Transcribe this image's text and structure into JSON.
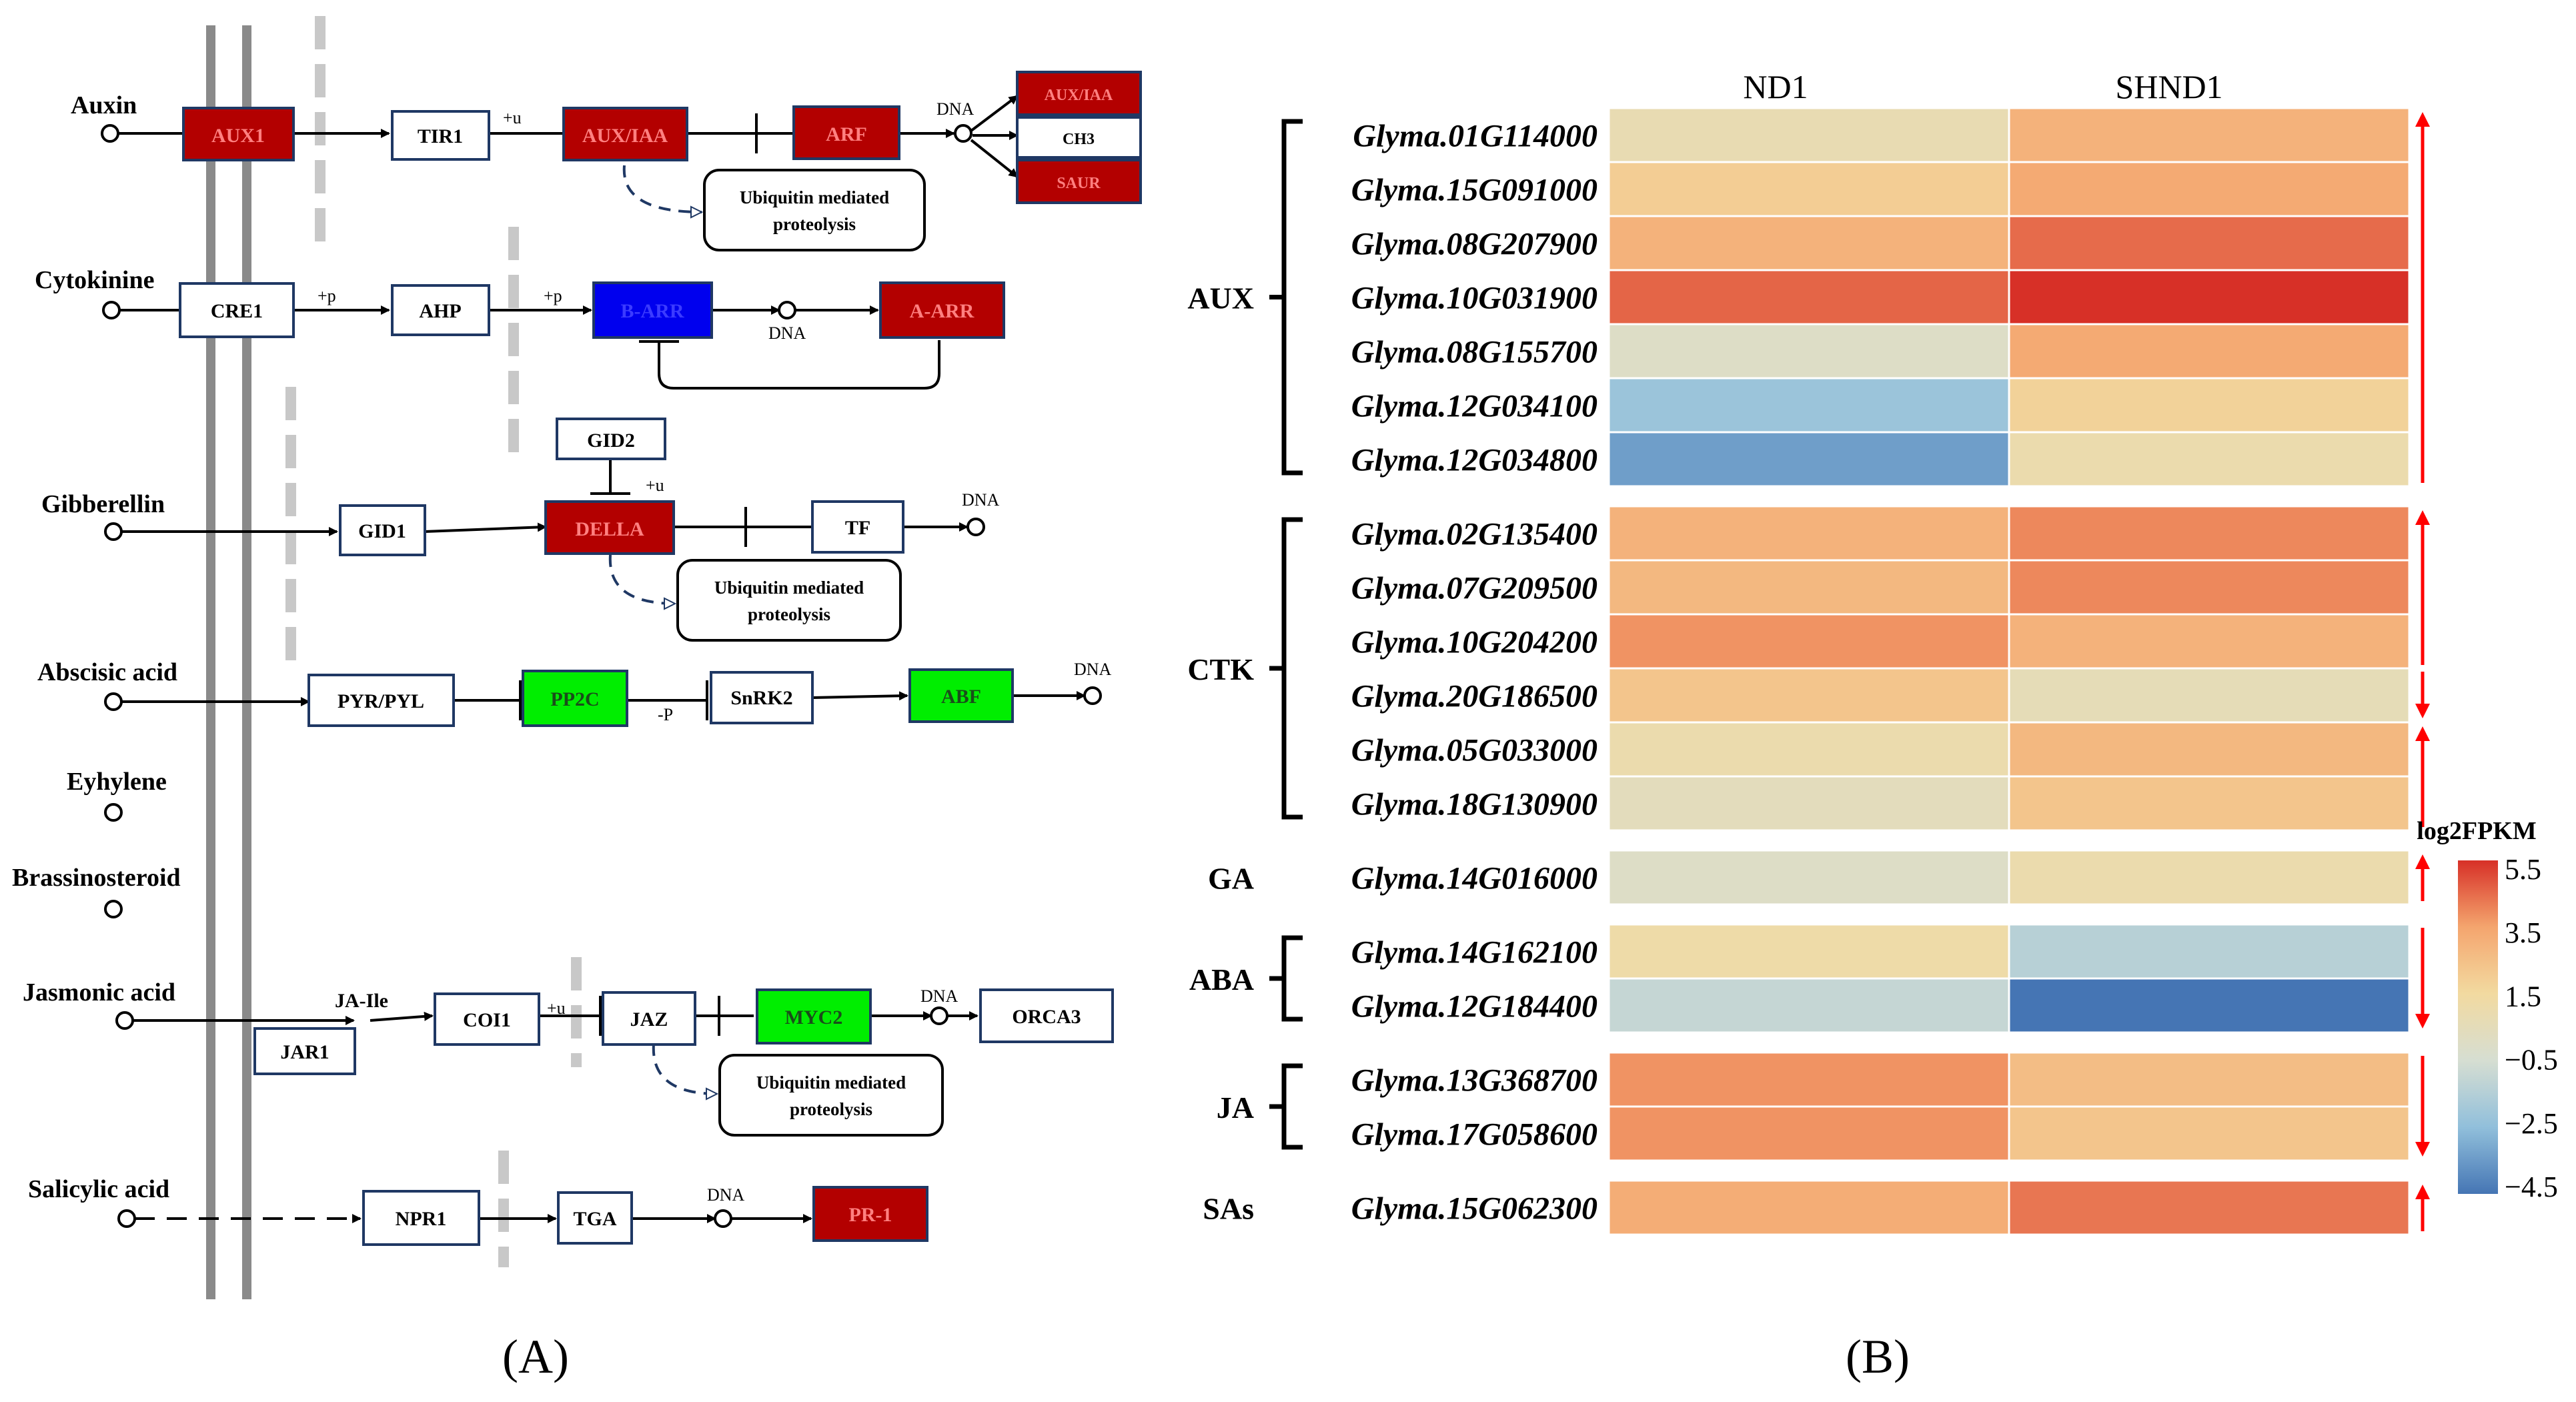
{
  "panel_labels": {
    "a": "(A)",
    "b": "(B)"
  },
  "pathway": {
    "hormones": {
      "auxin": "Auxin",
      "cytokinine": "Cytokinine",
      "gibberellin": "Gibberellin",
      "abscisic": "Abscisic acid",
      "ethylene": "Eyhylene",
      "brassinosteroid": "Brassinosteroid",
      "jasmonic": "Jasmonic acid",
      "salicylic": "Salicylic acid"
    },
    "nodes": {
      "aux1": "AUX1",
      "tir1": "TIR1",
      "auxiaa": "AUX/IAA",
      "arf": "ARF",
      "out_auxiaa": "AUX/IAA",
      "out_ch3": "CH3",
      "out_saur": "SAUR",
      "cre1": "CRE1",
      "ahp": "AHP",
      "barr": "B-ARR",
      "aarr": "A-ARR",
      "gid2": "GID2",
      "gid1": "GID1",
      "della": "DELLA",
      "tf": "TF",
      "pyr": "PYR/PYL",
      "pp2c": "PP2C",
      "snrk2": "SnRK2",
      "abf": "ABF",
      "jar1": "JAR1",
      "coi1": "COI1",
      "jaz": "JAZ",
      "myc2": "MYC2",
      "orca3": "ORCA3",
      "npr1": "NPR1",
      "tga": "TGA",
      "pr1": "PR-1"
    },
    "callouts": {
      "ubiq_line1": "Ubiquitin mediated",
      "ubiq_line2": "proteolysis"
    },
    "labels": {
      "dna": "DNA",
      "plus_u": "+u",
      "plus_p": "+p",
      "minus_p": "-P",
      "ja_ile": "JA-Ile"
    },
    "colors": {
      "upregulated_red": "#b30000",
      "downregulated_blue": "#0000ee",
      "green": "#00ee00",
      "membrane": "#8a8a8a",
      "dash": "#c8c8c8",
      "node_border": "#1f3864"
    }
  },
  "chart_data": {
    "type": "heatmap",
    "columns": [
      "ND1",
      "SHND1"
    ],
    "legend_title": "log2FPKM",
    "legend_ticks": [
      "5.5",
      "3.5",
      "1.5",
      "−0.5",
      "−2.5",
      "−4.5"
    ],
    "color_range": [
      -4.5,
      5.5
    ],
    "groups": [
      {
        "name": "AUX",
        "genes": [
          {
            "gene": "Glyma.01G114000",
            "values": [
              0.8,
              3.0
            ]
          },
          {
            "gene": "Glyma.15G091000",
            "values": [
              2.0,
              3.3
            ]
          },
          {
            "gene": "Glyma.08G207900",
            "values": [
              3.0,
              4.5
            ]
          },
          {
            "gene": "Glyma.10G031900",
            "values": [
              4.6,
              5.5
            ]
          },
          {
            "gene": "Glyma.08G155700",
            "values": [
              0.0,
              3.3
            ]
          },
          {
            "gene": "Glyma.12G034100",
            "values": [
              -2.2,
              1.8
            ]
          },
          {
            "gene": "Glyma.12G034800",
            "values": [
              -3.4,
              1.0
            ]
          }
        ]
      },
      {
        "name": "CTK",
        "genes": [
          {
            "gene": "Glyma.02G135400",
            "values": [
              3.0,
              4.0
            ]
          },
          {
            "gene": "Glyma.07G209500",
            "values": [
              2.8,
              4.0
            ]
          },
          {
            "gene": "Glyma.10G204200",
            "values": [
              3.8,
              3.0
            ]
          },
          {
            "gene": "Glyma.20G186500",
            "values": [
              2.3,
              0.6
            ]
          },
          {
            "gene": "Glyma.05G033000",
            "values": [
              1.0,
              2.8
            ]
          },
          {
            "gene": "Glyma.18G130900",
            "values": [
              0.4,
              2.3
            ]
          }
        ]
      },
      {
        "name": "GA",
        "genes": [
          {
            "gene": "Glyma.14G016000",
            "values": [
              0.0,
              1.0
            ]
          }
        ]
      },
      {
        "name": "ABA",
        "genes": [
          {
            "gene": "Glyma.14G162100",
            "values": [
              1.2,
              -1.4
            ]
          },
          {
            "gene": "Glyma.12G184400",
            "values": [
              -1.0,
              -4.5
            ]
          }
        ]
      },
      {
        "name": "JA",
        "genes": [
          {
            "gene": "Glyma.13G368700",
            "values": [
              3.8,
              2.6
            ]
          },
          {
            "gene": "Glyma.17G058600",
            "values": [
              3.8,
              2.3
            ]
          }
        ]
      },
      {
        "name": "SAs",
        "genes": [
          {
            "gene": "Glyma.15G062300",
            "values": [
              3.2,
              4.3
            ]
          }
        ]
      }
    ],
    "trend_arrows": [
      "up",
      "up",
      "down",
      "up",
      "up",
      "down",
      "down",
      "up"
    ]
  }
}
